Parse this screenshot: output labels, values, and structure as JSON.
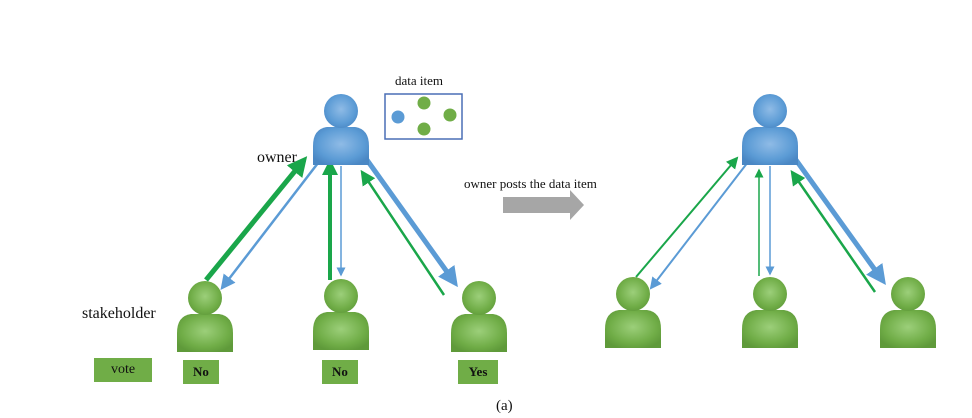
{
  "labels": {
    "owner": "owner",
    "stakeholder": "stakeholder",
    "data_item": "data item",
    "transition": "owner posts the data item",
    "caption": "(a)"
  },
  "votes": {
    "legend": "vote",
    "values": [
      "No",
      "No",
      "Yes"
    ]
  },
  "colors": {
    "owner": "#5b9bd5",
    "stakeholder": "#70ad47",
    "blue_arrow": "#5b9bd5",
    "green_arrow": "#1aa64a",
    "transition_arrow": "#a6a6a6",
    "data_item_border": "#4a6fb5"
  }
}
